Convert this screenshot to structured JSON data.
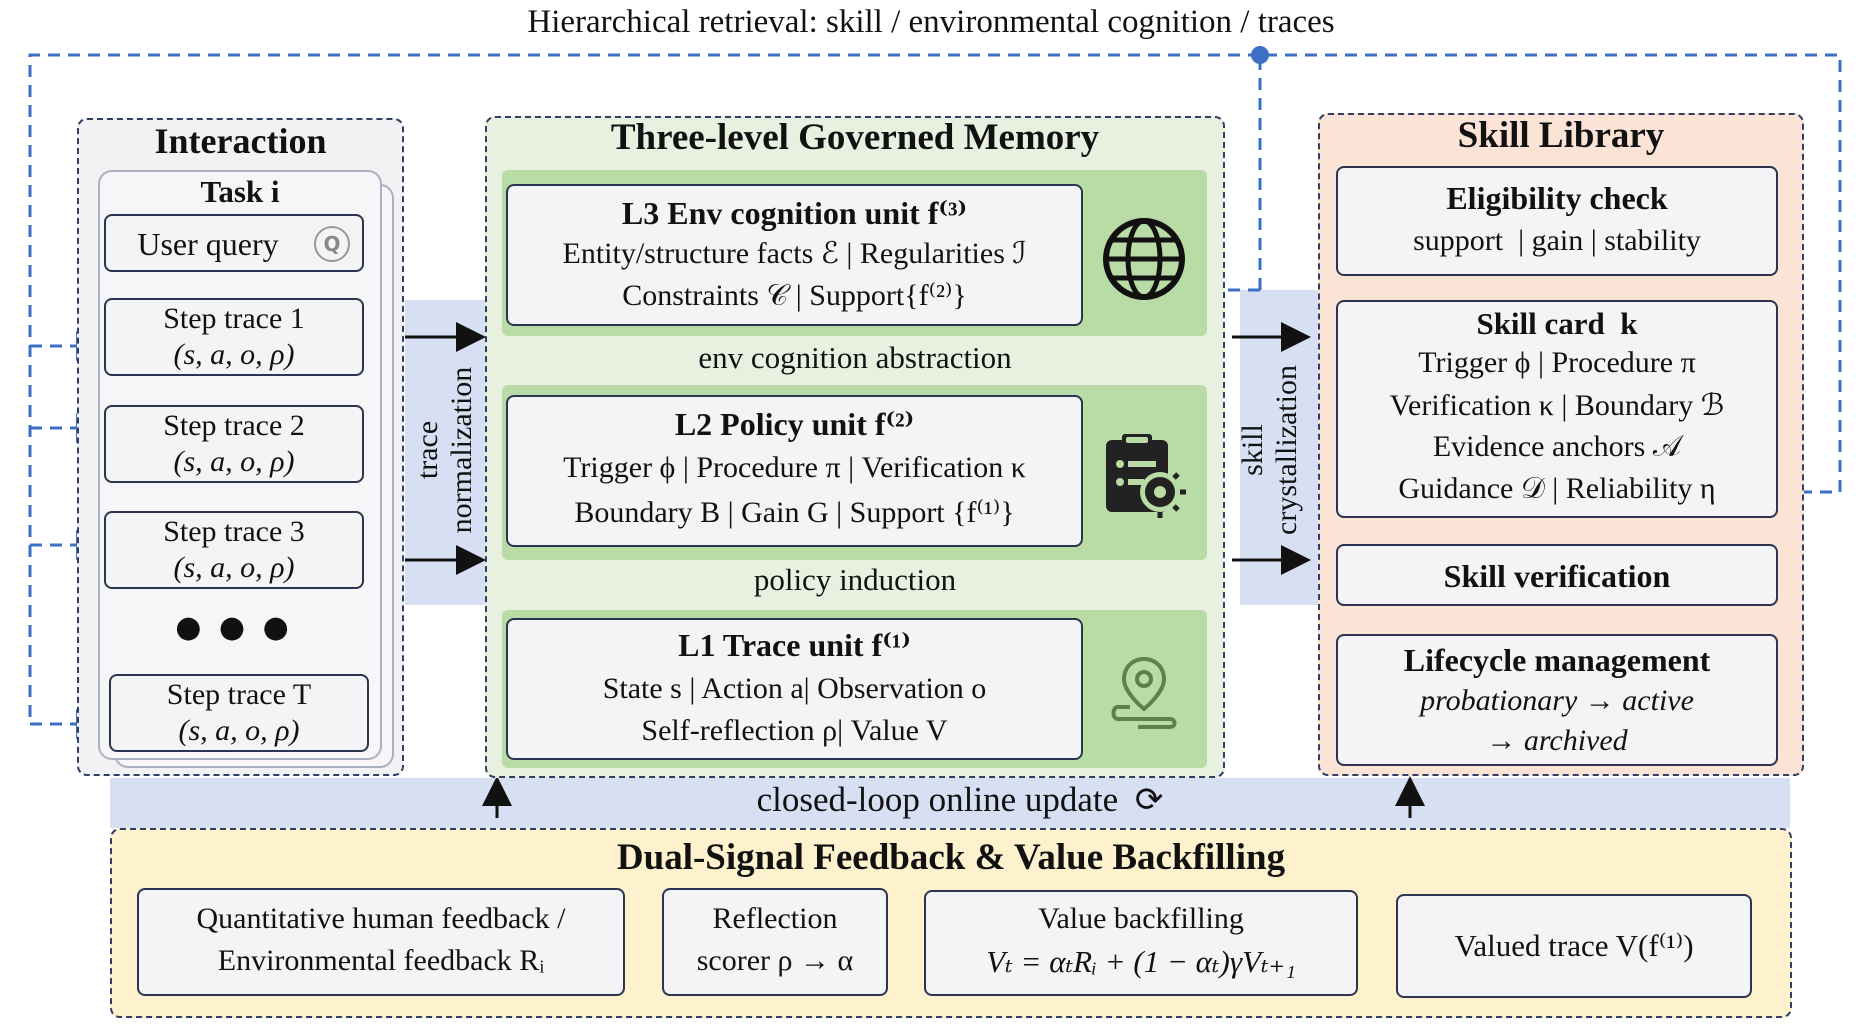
{
  "top_caption": "Hierarchical retrieval: skill / environmental cognition / traces",
  "interaction": {
    "title": "Interaction",
    "task_label": "Task i",
    "user_query": "User query",
    "query_icon": "search-q-icon",
    "steps": [
      {
        "label": "Step trace 1",
        "tuple": "(s, a, o, ρ)"
      },
      {
        "label": "Step trace 2",
        "tuple": "(s, a, o, ρ)"
      },
      {
        "label": "Step trace 3",
        "tuple": "(s, a, o, ρ)"
      },
      {
        "label": "Step trace T",
        "tuple": "(s, a, o, ρ)"
      }
    ],
    "ellipsis": "● ● ●"
  },
  "trace_normalization": {
    "line1": "trace",
    "line2": "normalization"
  },
  "memory": {
    "title": "Three-level Governed Memory",
    "l3": {
      "title": "L3 Env cognition unit f⁽³⁾",
      "line1": "Entity/structure facts ℰ | Regularities ℐ",
      "line2": "Constraints 𝒞 | Support{f⁽²⁾}",
      "icon": "globe-icon"
    },
    "abstraction_label": "env cognition abstraction",
    "l2": {
      "title": "L2 Policy unit f⁽²⁾",
      "line1": "Trigger ϕ | Procedure π | Verification κ",
      "line2": "Boundary B | Gain G | Support {f⁽¹⁾}",
      "icon": "clipboard-gear-icon"
    },
    "induction_label": "policy induction",
    "l1": {
      "title": "L1 Trace unit f⁽¹⁾",
      "line1": "State s | Action a| Observation o",
      "line2": "Self-reflection ρ| Value V",
      "icon": "location-pin-icon"
    }
  },
  "skill_crystallization": {
    "line1": "skill",
    "line2": "crystallization"
  },
  "skill_library": {
    "title": "Skill Library",
    "eligibility": {
      "title": "Eligibility check",
      "line": "support  | gain | stability"
    },
    "card": {
      "title": "Skill card  k",
      "lines": [
        "Trigger ϕ | Procedure π",
        "Verification κ | Boundary ℬ",
        "Evidence anchors 𝒜",
        "Guidance 𝒟 | Reliability η"
      ]
    },
    "verification": "Skill verification",
    "lifecycle": {
      "title": "Lifecycle management",
      "line1": "probationary → active",
      "line2": "→ archived"
    }
  },
  "closed_loop": {
    "label": "closed-loop online update",
    "icon": "refresh-icon"
  },
  "feedback": {
    "title": "Dual-Signal Feedback & Value Backfilling",
    "boxes": [
      {
        "line1": "Quantitative human feedback /",
        "line2": "Environmental feedback Rᵢ"
      },
      {
        "line1": "Reflection",
        "line2": "scorer ρ → α"
      },
      {
        "line1": "Value backfilling",
        "line2": "Vₜ = αₜRᵢ + (1 − αₜ)γVₜ₊₁"
      },
      {
        "line1": "Valued trace V(f⁽¹⁾)",
        "line2": ""
      }
    ]
  },
  "colors": {
    "panel_border": "#2f3f66",
    "arrow_blue": "#3d6fc4",
    "memory_bg": "#e8f1e0",
    "level_bg": "#b9dca6",
    "skill_bg": "#fbe3d6",
    "feedback_bg": "#fdf2cd",
    "interaction_bg": "#f2f2f4",
    "band_blue": "#d6e0f2"
  }
}
